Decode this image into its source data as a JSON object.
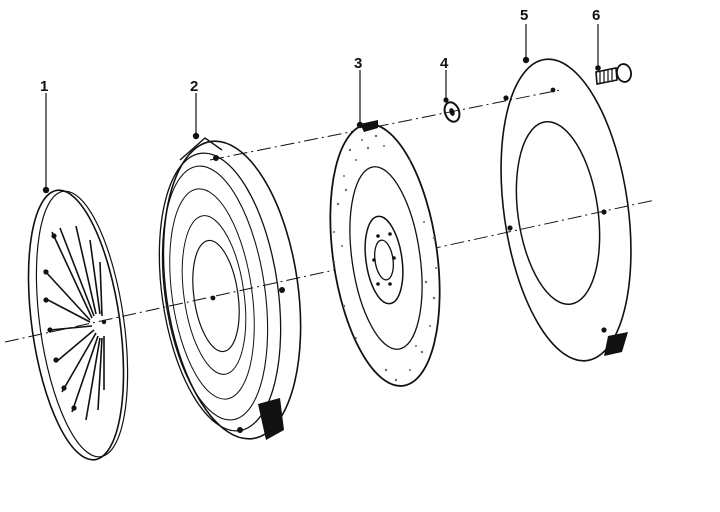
{
  "diagram": {
    "callouts": [
      {
        "id": "1",
        "label": "1"
      },
      {
        "id": "2",
        "label": "2"
      },
      {
        "id": "3",
        "label": "3"
      },
      {
        "id": "4",
        "label": "4"
      },
      {
        "id": "5",
        "label": "5"
      },
      {
        "id": "6",
        "label": "6"
      }
    ],
    "colors": {
      "ink": "#111111",
      "paper": "#ffffff",
      "friction_speckle": "#6a6a6a"
    }
  }
}
